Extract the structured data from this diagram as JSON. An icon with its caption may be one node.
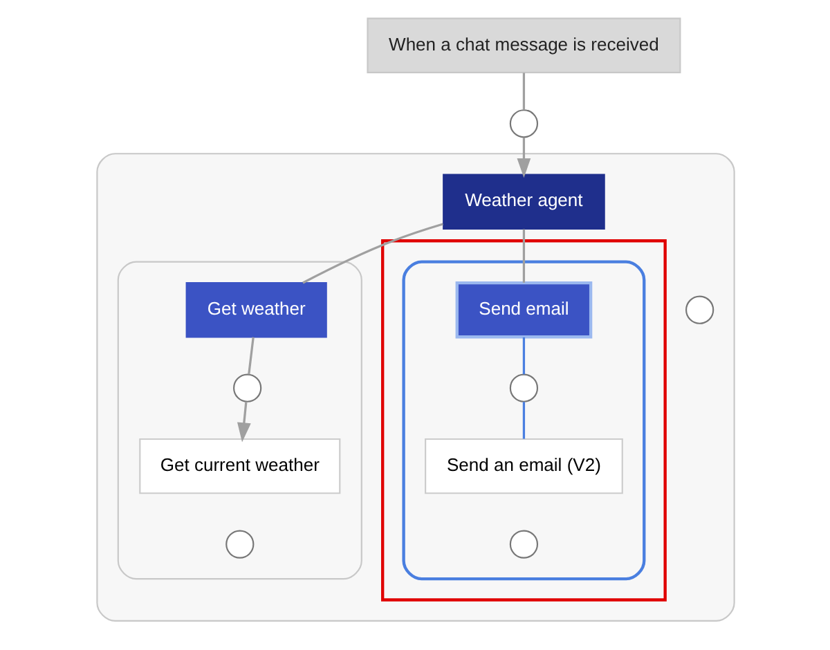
{
  "diagram": {
    "nodes": [
      {
        "text": [
          "When a chat message is received"
        ]
      },
      {
        "text": [],
        "shape": "circle"
      },
      {
        "text": [],
        "shape": "box"
      },
      {
        "text": [
          "Weather agent"
        ],
        "in": 2
      },
      {
        "text": [],
        "shape": "box",
        "in": 2
      },
      {
        "text": [
          "Get weather"
        ],
        "in": 4
      },
      {
        "text": [],
        "shape": "circle",
        "in": 4
      },
      {
        "text": [
          "Get current weather"
        ],
        "in": 4
      },
      {
        "text": [],
        "shape": "circle",
        "in": 4
      },
      {
        "text": [],
        "shape": "box",
        "in": 2
      },
      {
        "text": [],
        "shape": "box",
        "in": 9
      },
      {
        "text": [
          "Send email"
        ],
        "in": 10
      },
      {
        "text": [],
        "shape": "circle",
        "in": 10
      },
      {
        "text": [
          "Send an email (V2)"
        ],
        "in": 10
      },
      {
        "text": [],
        "shape": "circle",
        "in": 10
      },
      {
        "text": [],
        "shape": "circle",
        "in": 2
      }
    ],
    "edges": [
      {
        "from": 0,
        "to": 1,
        "arrow": "none"
      },
      {
        "from": 1,
        "to": 3,
        "arrow": "to"
      },
      {
        "from": 3,
        "to": 5,
        "arrow": "none"
      },
      {
        "from": 3,
        "to": 11,
        "arrow": "none"
      },
      {
        "from": 5,
        "to": 6,
        "arrow": "none"
      },
      {
        "from": 6,
        "to": 7,
        "arrow": "to"
      },
      {
        "from": 11,
        "to": 12,
        "arrow": "none",
        "color": "#4a7fe0"
      },
      {
        "from": 12,
        "to": 13,
        "arrow": "none",
        "color": "#4a7fe0"
      }
    ]
  }
}
